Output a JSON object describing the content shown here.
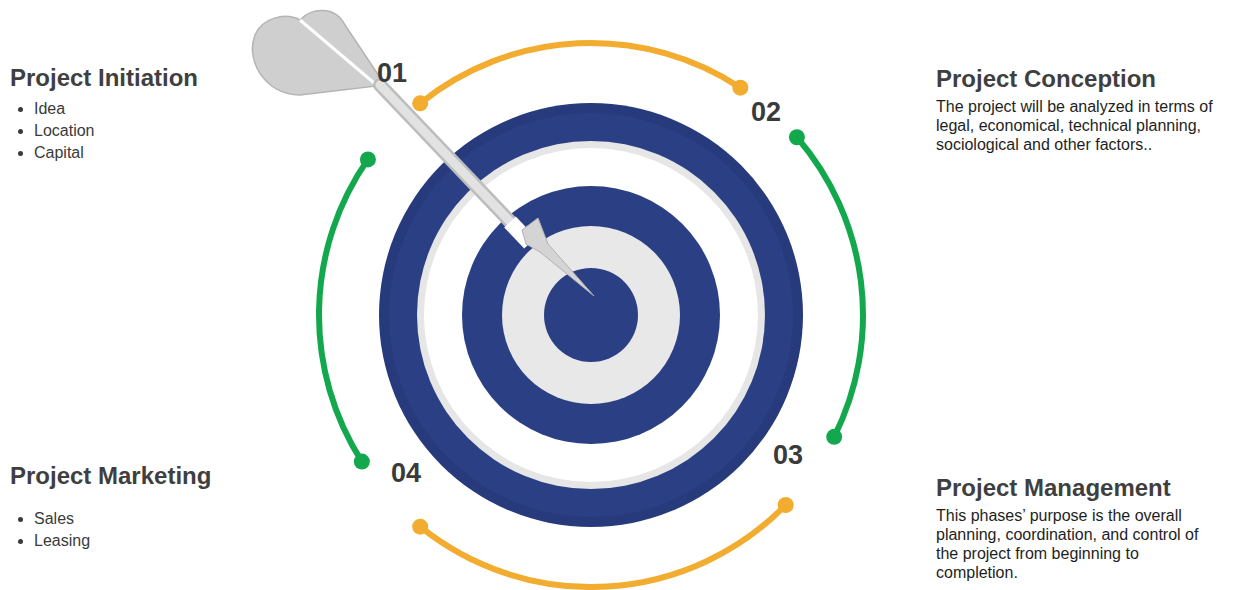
{
  "diagram": {
    "nodes": [
      {
        "text": [
          "Project Initiation",
          "Idea",
          "Location",
          "Capital"
        ]
      },
      {
        "text": [
          "Project Conception",
          "The project will be analyzed in terms of legal, economical, technical planning, sociological and other factors.."
        ]
      },
      {
        "text": [
          "Project Management",
          "This phases’ purpose is the overall planning, coordination, and control of the project from beginning to completion."
        ]
      },
      {
        "text": [
          "Project Marketing",
          "Sales",
          "Leasing"
        ]
      }
    ],
    "labels": [
      "01",
      "02",
      "03",
      "04"
    ]
  }
}
